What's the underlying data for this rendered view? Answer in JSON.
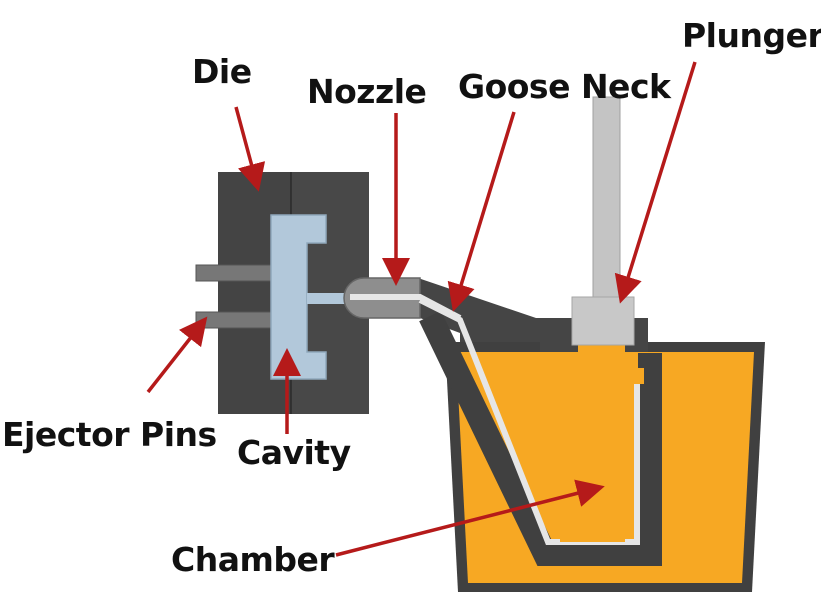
{
  "labels": {
    "die": "Die",
    "nozzle": "Nozzle",
    "goose_neck": "Goose Neck",
    "plunger": "Plunger",
    "ejector_pins": "Ejector Pins",
    "cavity": "Cavity",
    "chamber": "Chamber"
  },
  "colors": {
    "die": "#444444",
    "cavity": "#b2c8da",
    "molten_metal": "#f7a823",
    "pot_wall": "#404040",
    "plunger": "#c4c4c4",
    "arrow": "#b51a1a"
  }
}
